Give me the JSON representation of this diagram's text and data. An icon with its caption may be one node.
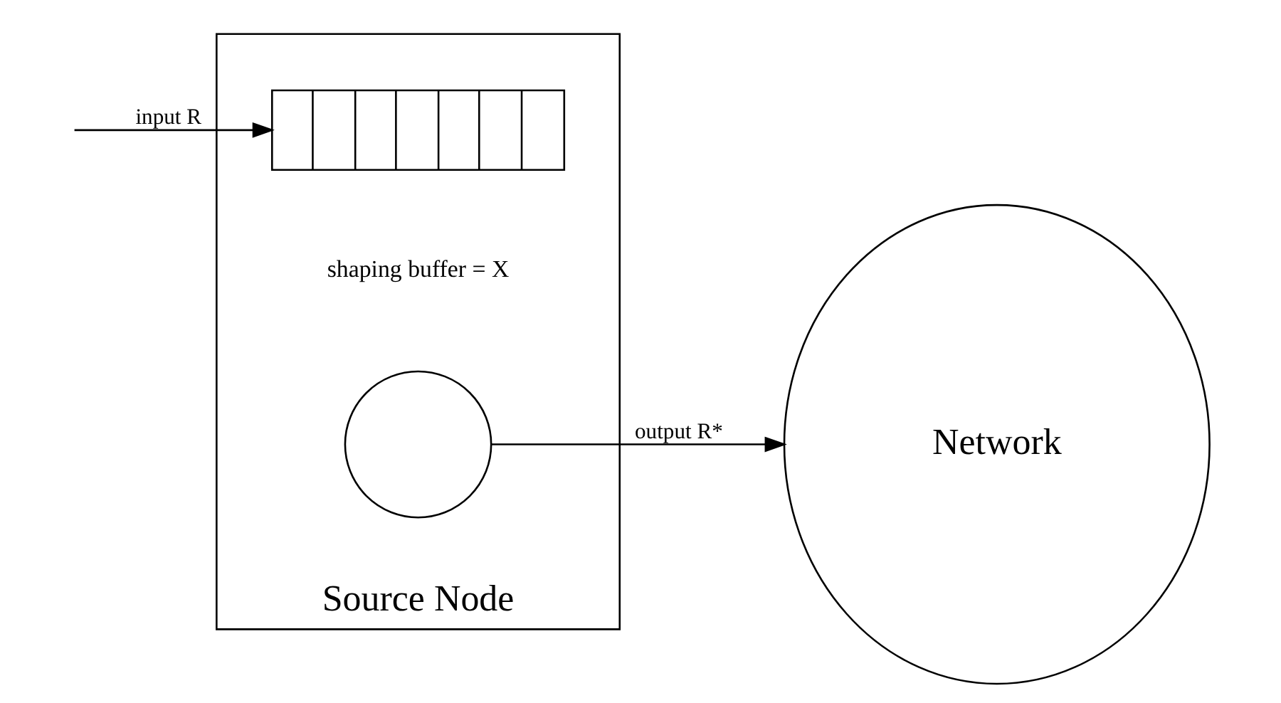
{
  "diagram": {
    "nodes": [
      {
        "text": [
          "Source Node"
        ]
      },
      {
        "text": [],
        "shape": "box",
        "in": 0,
        "beside": [
          "shaping buffer = X"
        ]
      },
      {
        "text": [],
        "shape": "circle",
        "in": 0
      },
      {
        "text": [
          "Network"
        ]
      }
    ],
    "edges": [
      {
        "from": null,
        "to": 1,
        "arrow": "to",
        "label": "input R"
      },
      {
        "from": 2,
        "to": 3,
        "arrow": "to",
        "label": "output R*"
      }
    ]
  }
}
